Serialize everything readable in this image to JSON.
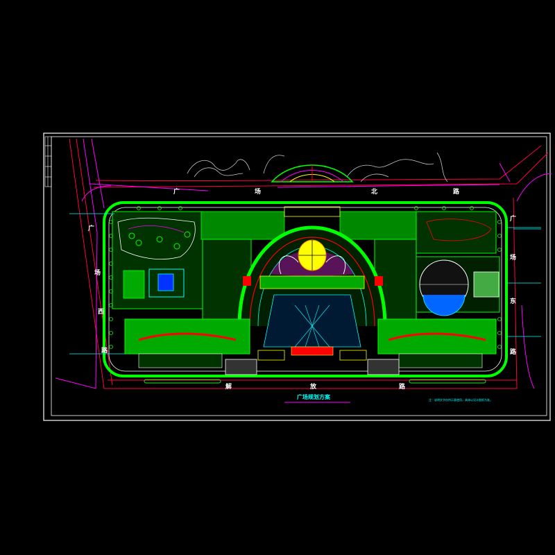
{
  "drawing": {
    "title": "广场规划方案",
    "note": "注：说明文字仅供示意使用，具体以设计图纸为准。",
    "roads": {
      "north": [
        "广",
        "场",
        "北",
        "路"
      ],
      "south": [
        "解",
        "放",
        "路"
      ],
      "west": [
        "广",
        "场",
        "西",
        "路"
      ],
      "east": [
        "广",
        "场",
        "东",
        "路"
      ]
    }
  },
  "colors": {
    "background": "#000000",
    "frame": "#ffffff",
    "road_line": "#ff0040",
    "magenta": "#ff00ff",
    "green": "#00ff00",
    "cyan": "#00ffff",
    "yellow": "#ffff00",
    "red": "#ff0000",
    "blue": "#3030ff",
    "white": "#ffffff"
  }
}
